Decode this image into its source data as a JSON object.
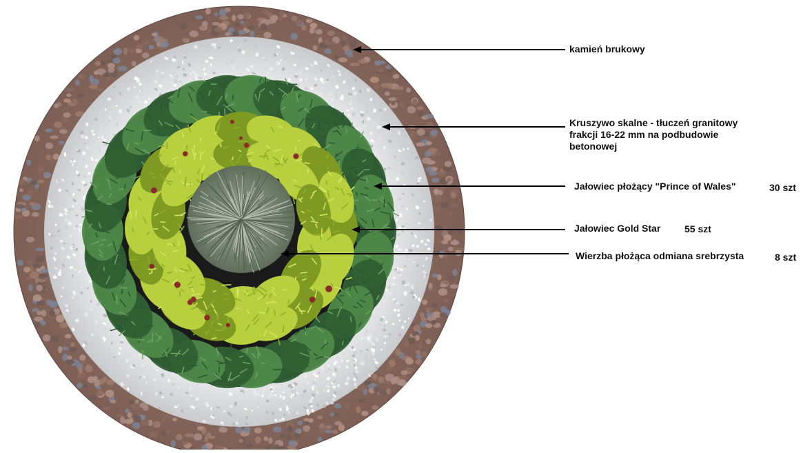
{
  "labels": {
    "paving": {
      "text": "kamień brukowy",
      "qty": ""
    },
    "gravel": {
      "line1": "Kruszywo skalne - tłuczeń granitowy",
      "line2": "frakcji 16-22 mm na podbudowie",
      "line3": "betonowej"
    },
    "juniper_prince": {
      "text": "Jałowiec płożący \"Prince of Wales\"",
      "qty": "30 szt"
    },
    "juniper_gold": {
      "text": "Jałowiec Gold Star",
      "qty": "55 szt"
    },
    "willow": {
      "text": "Wierzba płożąca odmiana srebrzysta",
      "qty": "8 szt"
    }
  },
  "colors": {
    "background": "#ffffff",
    "paving_stone": "#8a6a5e",
    "paving_stone_light": "#b39284",
    "paving_stone_blue": "#7c8497",
    "gravel": "#d9dadc",
    "gravel_light": "#f3f3f3",
    "ground": "#1a1a1a",
    "juniper_prince": "#4f8a4a",
    "juniper_prince_dark": "#2f5f33",
    "juniper_gold": "#b8cf3e",
    "juniper_gold_dark": "#7e9a22",
    "willow": "#7d8a7a",
    "leader_line": "#000000"
  }
}
